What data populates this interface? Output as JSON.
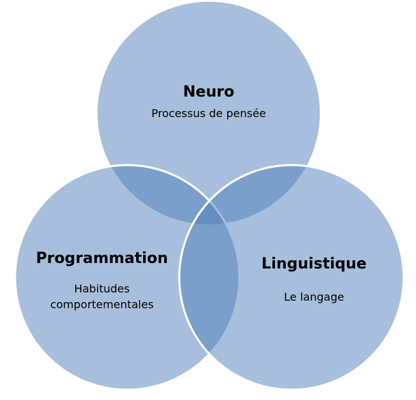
{
  "colors": {
    "fill": "#4f7fba",
    "stroke": "#ffffff"
  },
  "sets": {
    "neuro": {
      "title": "Neuro",
      "subtitle": "Processus de pensée"
    },
    "programmation": {
      "title": "Programmation",
      "subtitle_line1": "Habitudes",
      "subtitle_line2": "comportementales"
    },
    "linguistique": {
      "title": "Linguistique",
      "subtitle": "Le langage"
    }
  }
}
